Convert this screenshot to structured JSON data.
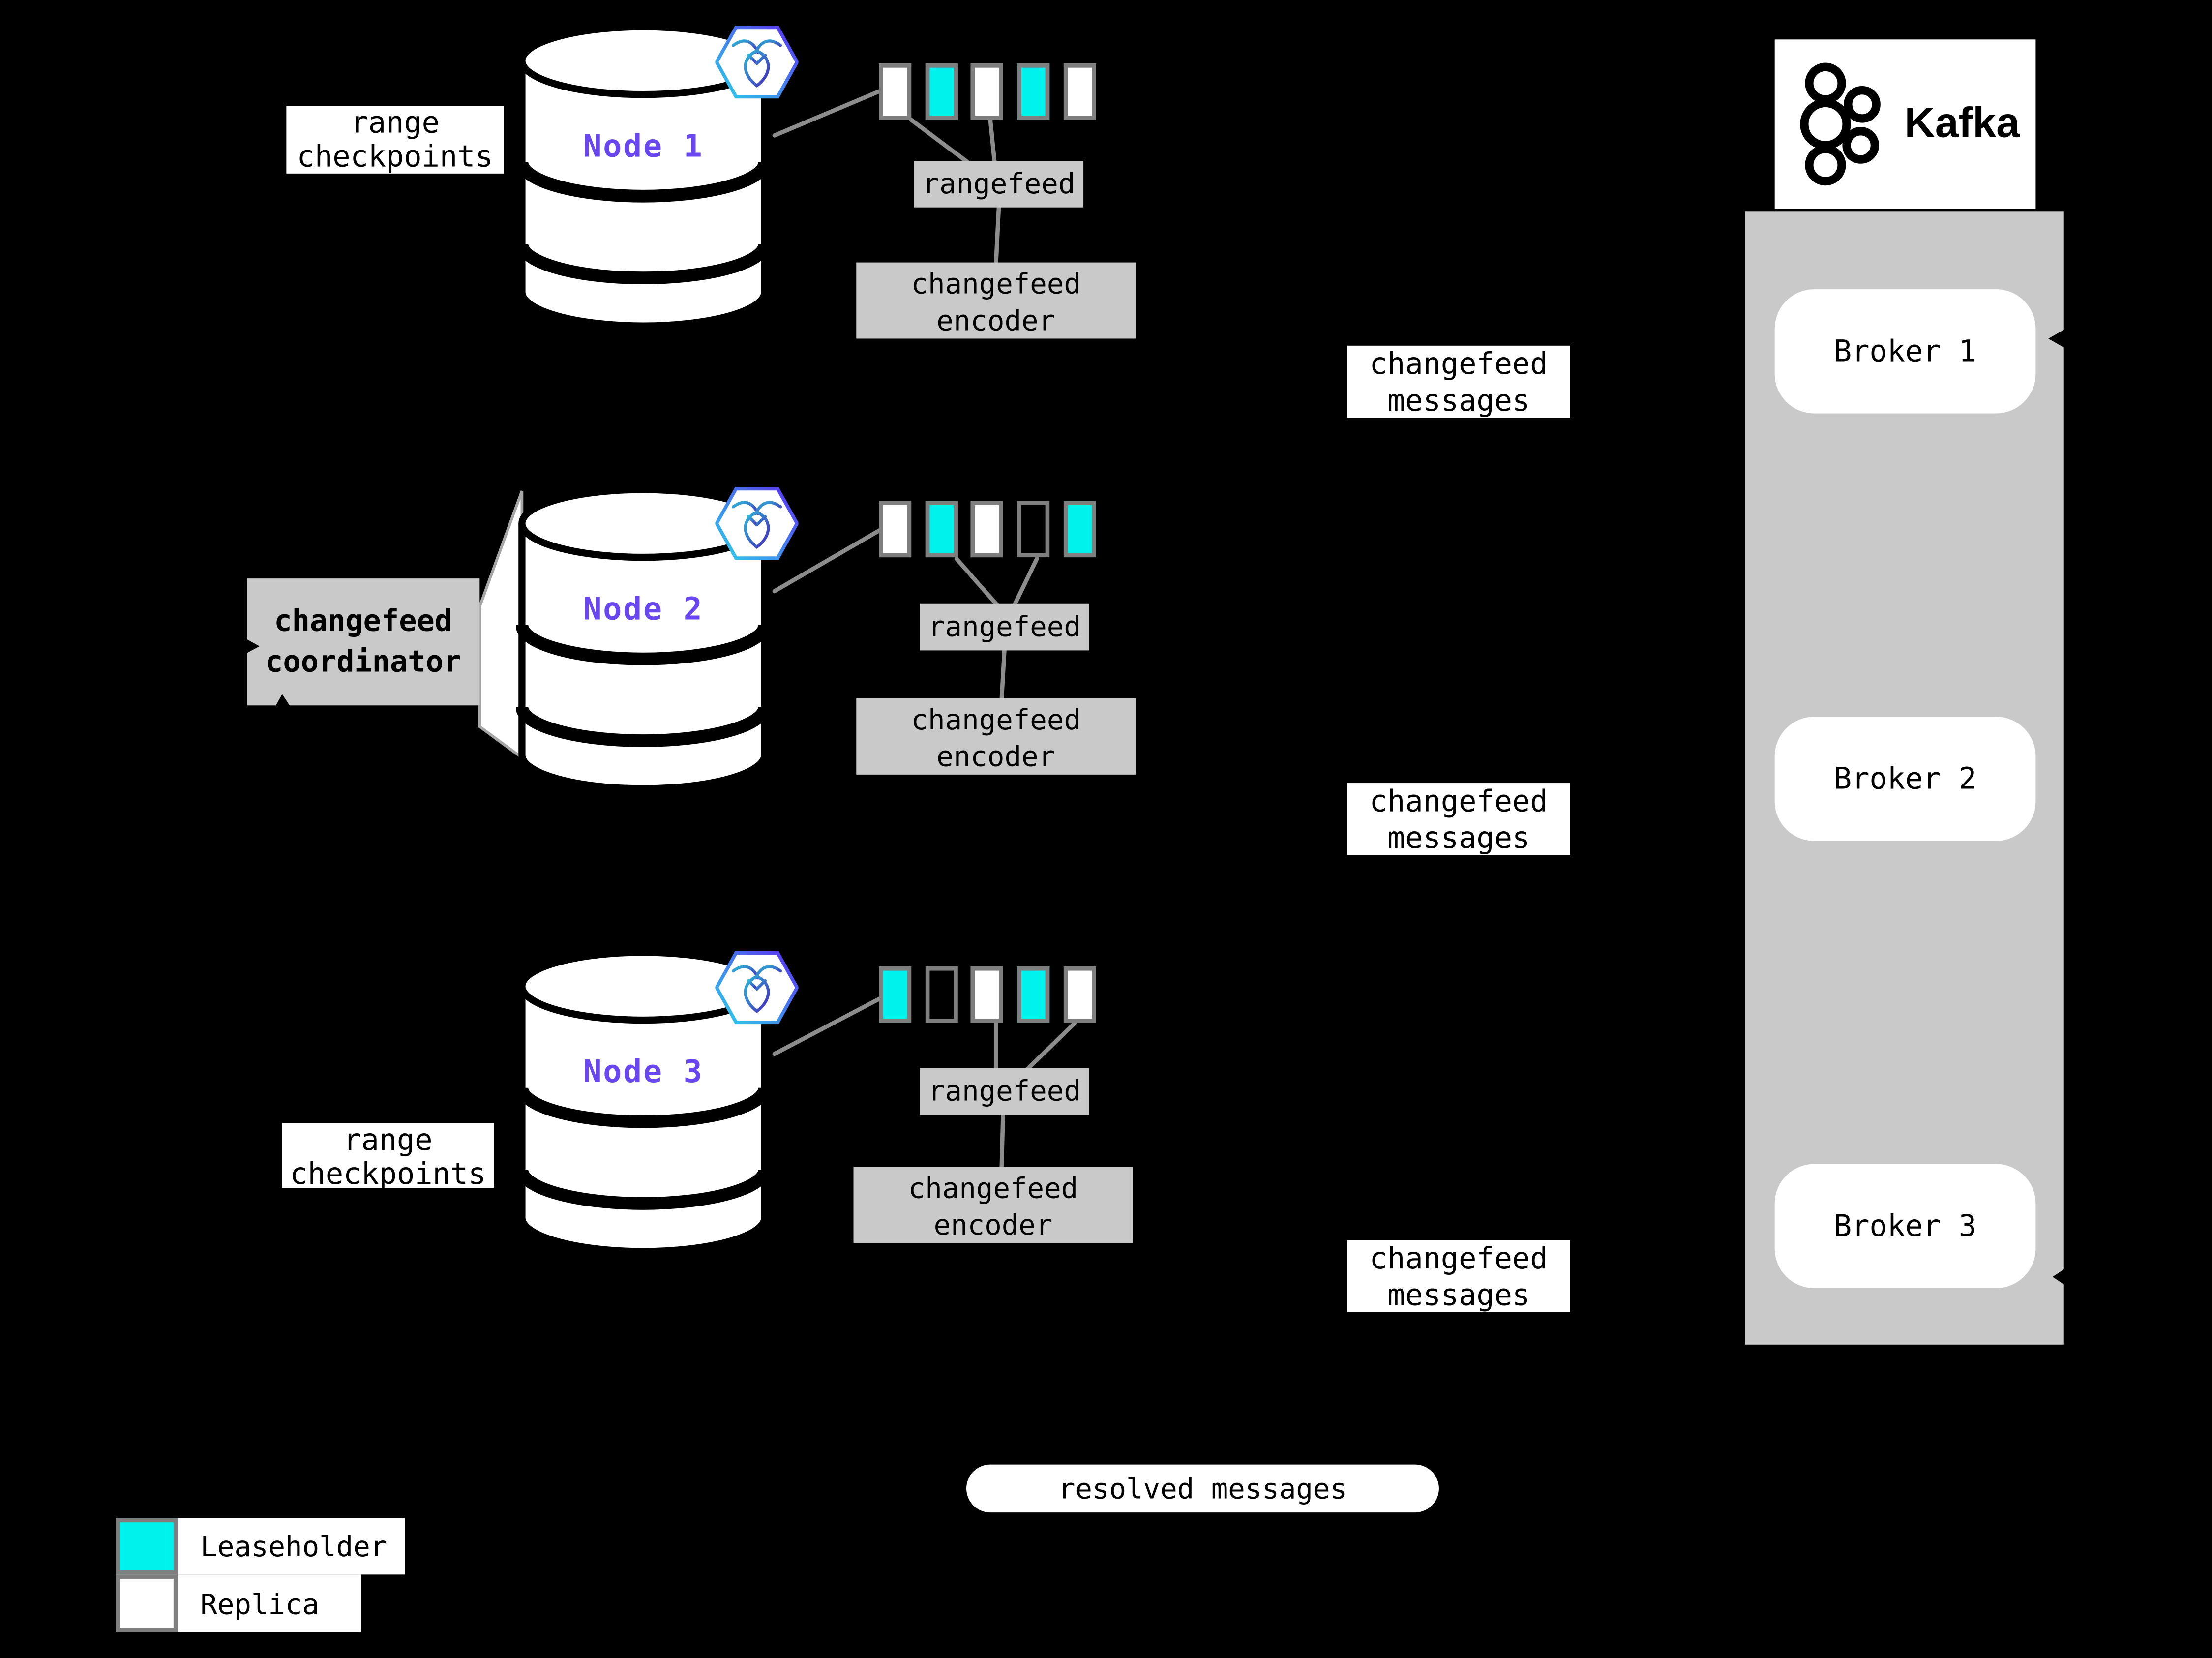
{
  "colors": {
    "leaseholder": "#00F2EC",
    "replica": "#FFFFFF",
    "panel_gray": "#C9C9C9",
    "border_gray": "#7F7F7F",
    "line_gray": "#8C8C8C",
    "node_purple": "#6847F0",
    "background": "#000000"
  },
  "icons": {
    "cockroachdb": "cockroachdb-hexagon-icon",
    "kafka": "kafka-circles-logo"
  },
  "nodes": [
    {
      "label": "Node 1",
      "annotation_lines": [
        "range",
        "checkpoints"
      ],
      "ranges": [
        "replica",
        "leaseholder",
        "replica",
        "leaseholder",
        "replica"
      ],
      "rangefeed_label": "rangefeed",
      "encoder_lines": [
        "changefeed",
        "encoder"
      ],
      "messages_lines": [
        "changefeed",
        "messages"
      ]
    },
    {
      "label": "Node 2",
      "annotation_lines": [
        "changefeed",
        "coordinator"
      ],
      "ranges": [
        "replica",
        "leaseholder",
        "replica",
        "none",
        "leaseholder"
      ],
      "rangefeed_label": "rangefeed",
      "encoder_lines": [
        "changefeed",
        "encoder"
      ],
      "messages_lines": [
        "changefeed",
        "messages"
      ]
    },
    {
      "label": "Node 3",
      "annotation_lines": [
        "range",
        "checkpoints"
      ],
      "ranges": [
        "leaseholder",
        "none",
        "replica",
        "leaseholder",
        "replica"
      ],
      "rangefeed_label": "rangefeed",
      "encoder_lines": [
        "changefeed",
        "encoder"
      ],
      "messages_lines": [
        "changefeed",
        "messages"
      ]
    }
  ],
  "kafka": {
    "brand": "Kafka",
    "brokers": [
      {
        "label": "Broker 1"
      },
      {
        "label": "Broker 2"
      },
      {
        "label": "Broker 3"
      }
    ]
  },
  "resolved_messages_label": "resolved messages",
  "legend": [
    {
      "key": "leaseholder",
      "label": "Leaseholder"
    },
    {
      "key": "replica",
      "label": "Replica"
    }
  ]
}
